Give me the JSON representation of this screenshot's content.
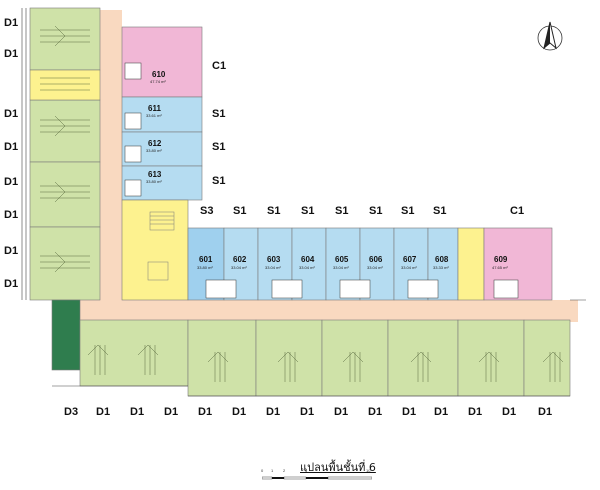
{
  "plan_title": "แปลนพื้นชั้นที่ 6",
  "colors": {
    "green": "#cfe2a8",
    "pink": "#f1b7d6",
    "blue": "#b5dcf1",
    "blue_dark": "#9fd0ee",
    "yellow": "#fdf28f",
    "corridor": "#f9d9c0",
    "dark_green": "#2f7d4e",
    "line": "#7a7a7a"
  },
  "units": [
    {
      "no": "610",
      "area": "47.74 m²"
    },
    {
      "no": "611",
      "area": "33.61 m²"
    },
    {
      "no": "612",
      "area": "33.80 m²"
    },
    {
      "no": "613",
      "area": "33.80 m²"
    },
    {
      "no": "601",
      "area": "33.80 m²"
    },
    {
      "no": "602",
      "area": "33.04 m²"
    },
    {
      "no": "603",
      "area": "33.04 m²"
    },
    {
      "no": "604",
      "area": "33.04 m²"
    },
    {
      "no": "605",
      "area": "33.04 m²"
    },
    {
      "no": "606",
      "area": "33.04 m²"
    },
    {
      "no": "607",
      "area": "33.04 m²"
    },
    {
      "no": "608",
      "area": "33.33 m²"
    },
    {
      "no": "609",
      "area": "47.65 m²"
    }
  ],
  "left_labels": [
    "D1",
    "D1",
    "D1",
    "D1",
    "D1",
    "D1",
    "D1",
    "D1"
  ],
  "right_wing_labels": [
    "C1",
    "S1",
    "S1",
    "S1"
  ],
  "top_row_labels": [
    "S3",
    "S1",
    "S1",
    "S1",
    "S1",
    "S1",
    "S1",
    "S1",
    "C1"
  ],
  "bottom_labels": [
    "D3",
    "D1",
    "D1",
    "D1",
    "D1",
    "D1",
    "D1",
    "D1",
    "D1",
    "D1",
    "D1",
    "D1",
    "D1",
    "D1",
    "D1"
  ],
  "scale_ticks": [
    "0",
    "1",
    "2",
    "5",
    "10"
  ]
}
